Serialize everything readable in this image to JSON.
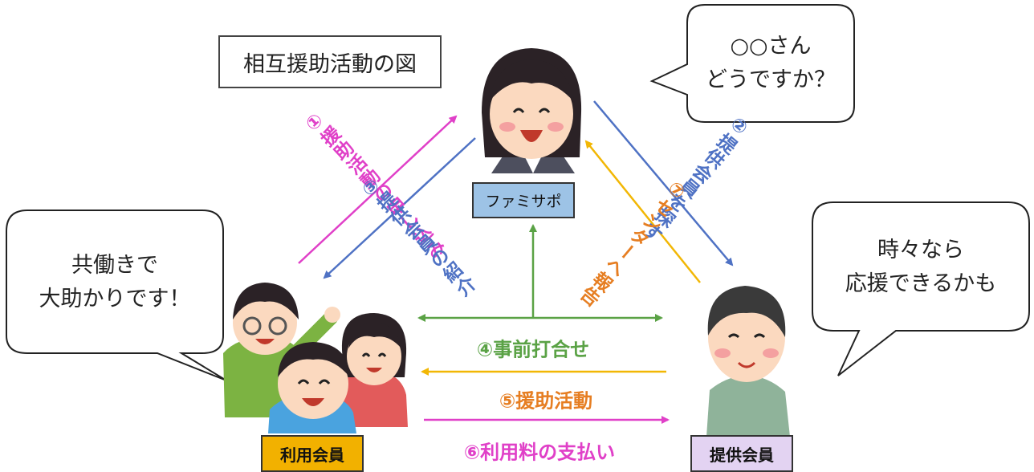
{
  "title": "相互援助活動の図",
  "labels": {
    "famisapo": "ファミサポ",
    "riyo": "利用会員",
    "teikyo": "提供会員"
  },
  "bubbles": {
    "famisapo": [
      "○○さん",
      "どうですか？"
    ],
    "riyo": [
      "共働きで",
      "大助かりです！"
    ],
    "teikyo": [
      "時々なら",
      "応援できるかも"
    ]
  },
  "steps": {
    "s1": "①援助活動の申し込み",
    "s2": "②提供会員を探す",
    "s3": "③提供会員の紹介",
    "s4": "④事前打合せ",
    "s5": "⑤援助活動",
    "s6": "⑥利用料の支払い",
    "s7": "⑦センターへ報告"
  },
  "colors": {
    "pink": "#e040c8",
    "blue": "#4f72c4",
    "orange": "#e67e22",
    "yellow": "#f2b705",
    "green": "#5aa245",
    "gold": "#f2b100",
    "famisapo_box": "#9dc3e6",
    "teikyo_box": "#e3d3f2"
  },
  "icons": {
    "famisapo": "woman-staff-icon",
    "riyo": "family-icon",
    "teikyo": "elderly-woman-icon"
  }
}
